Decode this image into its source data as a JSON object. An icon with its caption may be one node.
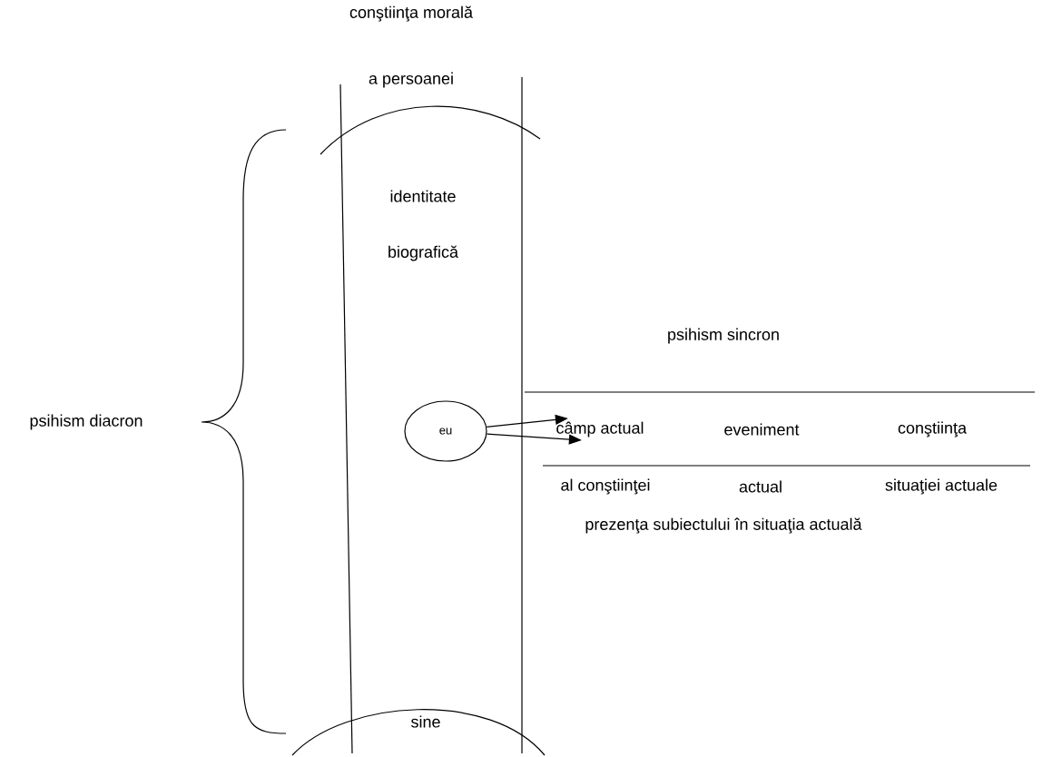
{
  "diagram": {
    "nodes": [
      {
        "text": [
          "eu"
        ]
      },
      {
        "text": [
          "câmp actual"
        ]
      }
    ],
    "edges": [
      {
        "from": 0,
        "to": 1,
        "arrow": "to"
      },
      {
        "from": 0,
        "to": 1,
        "arrow": "to"
      }
    ],
    "labels": [
      "conştiinţa morală",
      "a persoanei",
      "identitate",
      "biografică",
      "psihism sincron",
      "psihism diacron",
      "eveniment",
      "conştiinţa",
      "al conştiinţei",
      "actual",
      "situaţiei actuale",
      "prezenţa subiectului în situaţia actuală",
      "sine"
    ]
  }
}
